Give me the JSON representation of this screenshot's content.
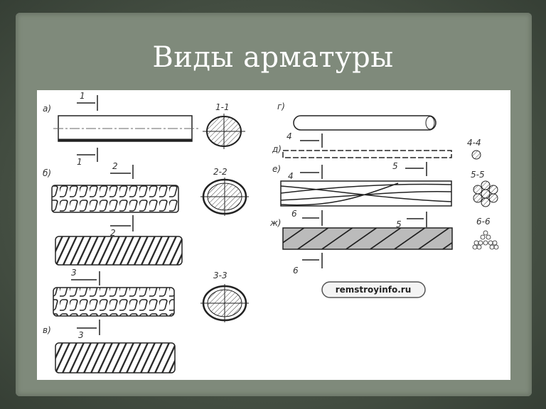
{
  "slide": {
    "title": "Виды арматуры"
  },
  "figure": {
    "panel_labels": {
      "a": "а)",
      "b": "б)",
      "v": "в)",
      "g": "г)",
      "d": "д)",
      "e": "е)",
      "zh": "ж)"
    },
    "section_marks": {
      "s1": "1",
      "s2": "2",
      "s3": "3",
      "s4": "4",
      "s5": "5",
      "s6": "6"
    },
    "section_views": {
      "v11": "1-1",
      "v22": "2-2",
      "v33": "3-3",
      "v44": "4-4",
      "v55": "5-5",
      "v66": "6-6"
    },
    "watermark": "remstroyinfo.ru"
  }
}
